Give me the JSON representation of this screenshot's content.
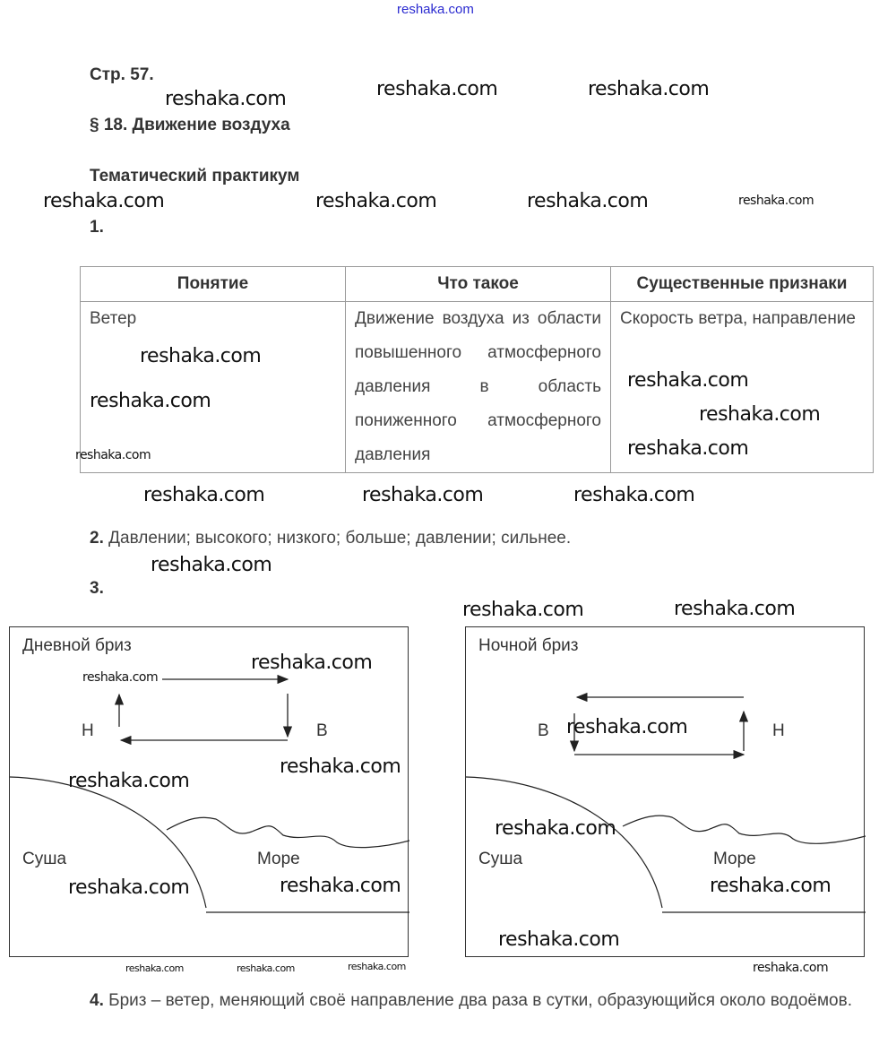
{
  "header_watermark": "reshaka.com",
  "page_ref": "Стр. 57.",
  "section_title": "§ 18. Движение воздуха",
  "subsection_title": "Тематический практикум",
  "task1": {
    "number": "1.",
    "headers": [
      "Понятие",
      "Что такое",
      "Существенные признаки"
    ],
    "row": [
      "Ветер",
      "Движение воздуха из области повышенного атмосферного давления в область пониженного атмосферного давления",
      "Скорость ветра, направление"
    ]
  },
  "task2": {
    "number": "2.",
    "text": "Давлении; высокого; низкого; больше; давлении; сильнее."
  },
  "task3": {
    "number": "3.",
    "day": {
      "title": "Дневной бриз",
      "low": "Н",
      "high": "В",
      "land": "Суша",
      "sea": "Море"
    },
    "night": {
      "title": "Ночной бриз",
      "low": "Н",
      "high": "В",
      "land": "Суша",
      "sea": "Море"
    }
  },
  "task4": {
    "number": "4.",
    "text": "Бриз – ветер, меняющий своё направление два раза в сутки, образующийся около водоёмов."
  },
  "watermarks": [
    "reshaka.com",
    "reshaka.com",
    "reshaka.com",
    "reshaka.com",
    "reshaka.com",
    "reshaka.com",
    "reshaka.com",
    "reshaka.com",
    "reshaka.com",
    "reshaka.com",
    "reshaka.com",
    "reshaka.com",
    "reshaka.com",
    "reshaka.com",
    "reshaka.com",
    "reshaka.com",
    "reshaka.com",
    "reshaka.com",
    "reshaka.com",
    "reshaka.com",
    "reshaka.com",
    "reshaka.com",
    "reshaka.com",
    "reshaka.com",
    "reshaka.com",
    "reshaka.com",
    "reshaka.com",
    "reshaka.com",
    "reshaka.com",
    "reshaka.com",
    "reshaka.com",
    "reshaka.com",
    "reshaka.com"
  ]
}
